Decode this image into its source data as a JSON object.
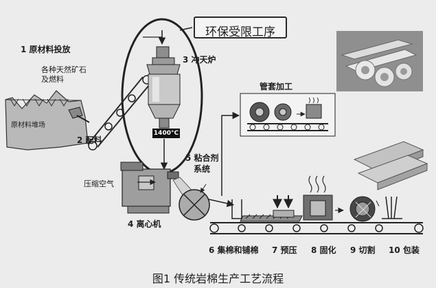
{
  "env_title": "环保受限工序",
  "steps": {
    "s1": "1 原材料投放",
    "s1_sub1": "各种天然矿石",
    "s1_sub2": "及燃料",
    "stockpile": "原材料堆场",
    "s2": "2 配料",
    "s3": "3 冲天炉",
    "temp": "1400°C",
    "s4": "4 离心机",
    "compressed_air": "压缩空气",
    "s5a": "5 粘合剂",
    "s5b": "系统",
    "pipe": "管套加工",
    "s6": "6 集棉和铺棉",
    "s7": "7 预压",
    "s8": "8 固化",
    "s9": "9 切割",
    "s10": "10 包装"
  },
  "caption": "图1  传统岩棉生产工艺流程"
}
